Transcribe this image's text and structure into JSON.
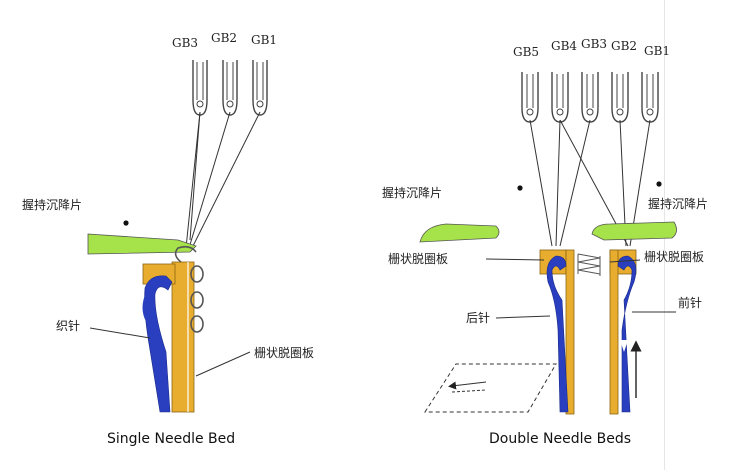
{
  "panels": {
    "single": {
      "caption": "Single Needle Bed",
      "guide_bars": [
        "GB3",
        "GB2",
        "GB1"
      ],
      "labels": {
        "holding_sinker": "握持沉降片",
        "needle": "织针",
        "trick_plate": "栅状脱圈板"
      }
    },
    "double": {
      "caption": "Double Needle Beds",
      "guide_bars": [
        "GB5",
        "GB4",
        "GB3",
        "GB2",
        "GB1"
      ],
      "labels": {
        "holding_sinker_left": "握持沉降片",
        "holding_sinker_right": "握持沉降片",
        "trick_plate_left": "栅状脱圈板",
        "trick_plate_right": "栅状脱圈板",
        "back_needle": "后针",
        "front_needle": "前针"
      }
    }
  },
  "colors": {
    "needle": "#2a3fc0",
    "trick_plate": "#e8ad2f",
    "sinker": "#a6e24a",
    "line": "#333333"
  }
}
